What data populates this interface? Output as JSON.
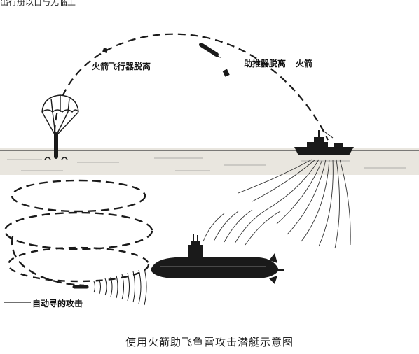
{
  "header_clip": "出行册以自与无临上",
  "labels": {
    "rocket_separation": "火箭飞行器脱离",
    "booster_separation": "助推器脱离",
    "rocket": "火箭",
    "homing_attack": "自动寻的攻击"
  },
  "caption": "使用火箭助飞鱼雷攻击潜艇示意图",
  "colors": {
    "ink": "#1a1a1a",
    "sea_band": "#e9e6df",
    "background": "#ffffff"
  }
}
